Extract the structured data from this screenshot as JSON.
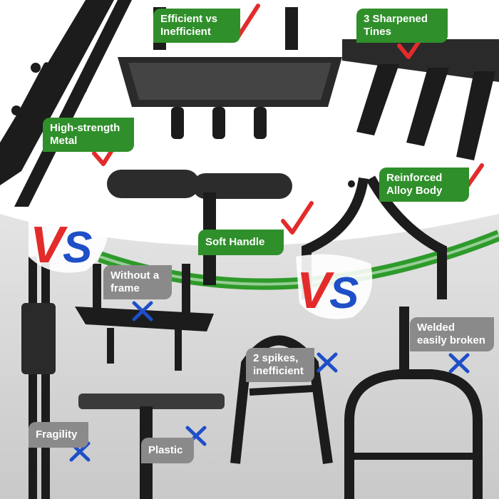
{
  "colors": {
    "pro_badge": "#2f8f2a",
    "con_badge": "#8a8a8a",
    "check_mark": "#e32b2b",
    "cross_mark": "#1e4fc7",
    "divider_arc": "#2e9a2a",
    "metal": "#1c1c1c"
  },
  "advantages": [
    {
      "line1": "Efficient vs",
      "line2": "Inefficient",
      "icon": "check-mark-icon"
    },
    {
      "line1": "3  Sharpened",
      "line2": "Tines",
      "icon": "check-mark-icon"
    },
    {
      "line1": "High-strength",
      "line2": "Metal",
      "icon": "check-mark-icon"
    },
    {
      "line1": "Reinforced",
      "line2": "Alloy Body",
      "icon": "check-mark-icon"
    },
    {
      "line1": "Soft Handle",
      "line2": "",
      "icon": "check-mark-icon"
    }
  ],
  "disadvantages": [
    {
      "line1": "Without a",
      "line2": "frame",
      "icon": "cross-mark-icon"
    },
    {
      "line1": "Welded",
      "line2": "easily broken",
      "icon": "cross-mark-icon"
    },
    {
      "line1": "2 spikes,",
      "line2": "inefficient",
      "icon": "cross-mark-icon"
    },
    {
      "line1": "Fragility",
      "line2": "",
      "icon": "cross-mark-icon"
    },
    {
      "line1": "Plastic",
      "line2": "",
      "icon": "cross-mark-icon"
    }
  ],
  "vs_badges": [
    {
      "v": "V",
      "s": "S"
    },
    {
      "v": "V",
      "s": "S"
    }
  ]
}
